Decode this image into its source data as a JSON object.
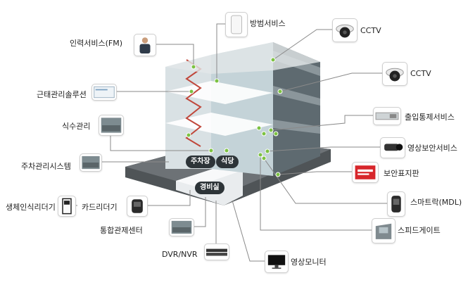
{
  "left_services": [
    {
      "key": "fm",
      "label": "인력서비스(FM)",
      "icon": "security-guard-icon"
    },
    {
      "key": "attendance",
      "label": "근태관리솔루션",
      "icon": "software-screen-icon"
    },
    {
      "key": "cafeteria",
      "label": "식수관리",
      "icon": "cafeteria-photo-icon"
    },
    {
      "key": "parking",
      "label": "주차관리시스템",
      "icon": "parking-gate-icon"
    },
    {
      "key": "biometric",
      "label": "생체인식리더기",
      "icon": "biometric-reader-icon"
    },
    {
      "key": "cardreader",
      "label": "카드리더기",
      "icon": "card-reader-icon"
    },
    {
      "key": "control",
      "label": "통합관제센터",
      "icon": "control-center-photo-icon"
    },
    {
      "key": "dvr",
      "label": "DVR/NVR",
      "icon": "dvr-recorder-icon"
    },
    {
      "key": "monitor",
      "label": "영상모니터",
      "icon": "monitor-icon"
    }
  ],
  "right_services": [
    {
      "key": "crime",
      "label": "방범서비스",
      "icon": "alarm-sensor-icon"
    },
    {
      "key": "cctv1",
      "label": "CCTV",
      "icon": "dome-camera-icon"
    },
    {
      "key": "cctv2",
      "label": "CCTV",
      "icon": "dome-camera-icon"
    },
    {
      "key": "access",
      "label": "출입통제서비스",
      "icon": "access-control-icon"
    },
    {
      "key": "videosec",
      "label": "영상보안서비스",
      "icon": "bullet-camera-icon"
    },
    {
      "key": "signage",
      "label": "보안표지판",
      "icon": "security-sign-icon"
    },
    {
      "key": "smartlock",
      "label": "스마트락(MDL)",
      "icon": "smart-lock-icon"
    },
    {
      "key": "speedgate",
      "label": "스피드게이트",
      "icon": "speed-gate-icon"
    }
  ],
  "building_tags": {
    "parking": "주차장",
    "cafeteria": "식당",
    "guardroom": "경비실"
  },
  "colors": {
    "tag_dark": "#2d3438",
    "line": "#8a8a8a",
    "dot": "#7cc242",
    "ground": "#5a5a5a",
    "glass": "#c9d7dc"
  }
}
